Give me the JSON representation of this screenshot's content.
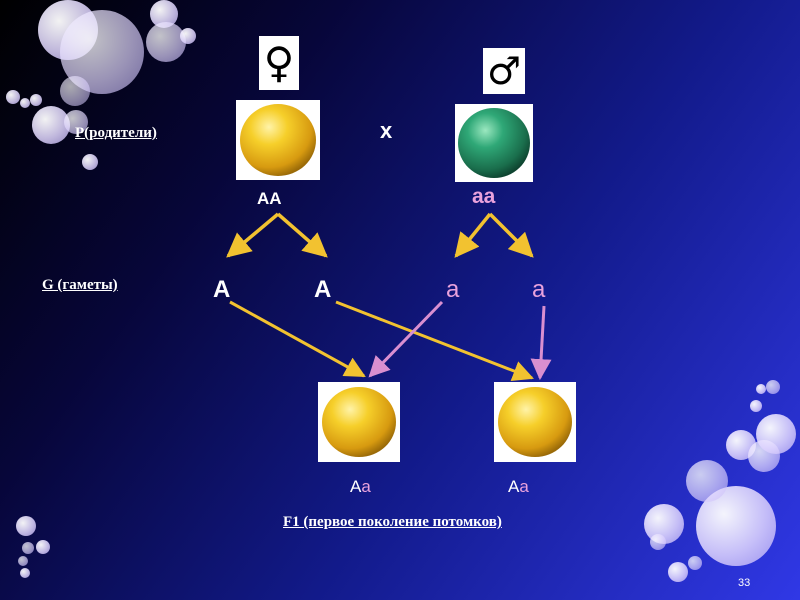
{
  "labels": {
    "parents": "P(родители)",
    "gametes": "G (гаметы)",
    "f1": "F1 (первое поколение потомков)"
  },
  "symbols": {
    "female": "♀",
    "male": "♂",
    "cross": "x"
  },
  "parents": {
    "female_genotype": "AA",
    "male_genotype": "aa"
  },
  "gametes": [
    "A",
    "A",
    "a",
    "a"
  ],
  "offspring": [
    {
      "dominant": "A",
      "recessive": "a"
    },
    {
      "dominant": "A",
      "recessive": "a"
    }
  ],
  "page_number": "33",
  "colors": {
    "dominant_yellow": "#f3c21b",
    "recessive_green": "#2a9a6a",
    "arrow_yellow": "#f2c230",
    "arrow_pink": "#d98fd0",
    "allele_pink": "#e9a2dc"
  }
}
